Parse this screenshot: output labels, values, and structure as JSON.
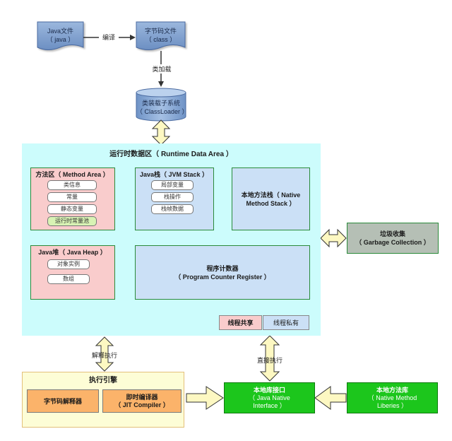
{
  "source": {
    "line1": "Java文件",
    "line2": "（ java ）"
  },
  "compile_label": "编译",
  "bytecode": {
    "line1": "字节码文件",
    "line2": "（  class ）"
  },
  "load_label": "类加载",
  "classloader": {
    "line1": "类装载子系统",
    "line2": "（ ClassLoader ）"
  },
  "runtime": {
    "title": "运行时数据区（ Runtime Data Area ）",
    "method_area": {
      "title": "方法区（ Method Area ）",
      "items": [
        "类信息",
        "常量",
        "静态变量",
        "运行时常量池"
      ]
    },
    "jvm_stack": {
      "title": "Java栈（ JVM Stack ）",
      "items": [
        "局部变量",
        "栈操作",
        "栈帧数据"
      ]
    },
    "native_stack": {
      "line1": "本地方法栈（ Native",
      "line2": "Method Stack ）"
    },
    "heap": {
      "title": "Java堆（ Java Heap ）",
      "items": [
        "对象实例",
        "数组"
      ]
    },
    "pc": {
      "line1": "程序计数器",
      "line2": "（ Program Counter Register ）"
    },
    "legend_shared": "线程共享",
    "legend_private": "线程私有"
  },
  "gc": {
    "line1": "垃圾收集",
    "line2": "（ Garbage Collection ）"
  },
  "interpret_label": "解释执行",
  "engine": {
    "title": "执行引擎",
    "interpreter": "字节码解释器",
    "jit": "即时编译器\n（ JIT Compiler ）"
  },
  "direct_label": "直接执行",
  "jni": {
    "line1": "本地库接口",
    "line2": "（ Java Native",
    "line3": "Interface ）"
  },
  "native_lib": {
    "line1": "本地方法库",
    "line2": "（ Native Method",
    "line3": "Liberies ）"
  },
  "colors": {
    "runtime_bg": "#ccfcfc",
    "method_area_bg": "#f9cccc",
    "stack_bg": "#cbe0f6",
    "arrow_fill": "#fdf8c2",
    "green": "#1cc61c",
    "orange": "#fbb36a",
    "doc_fill": "#7d9fcf"
  }
}
